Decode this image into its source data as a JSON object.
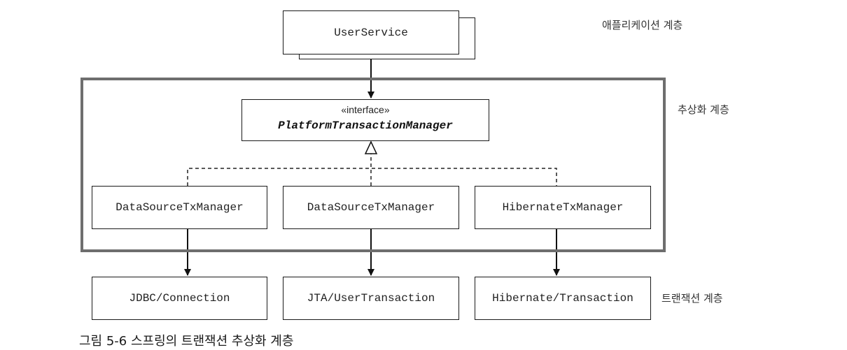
{
  "app": {
    "service": "UserService",
    "interface": {
      "stereotype": "«interface»",
      "name": "PlatformTransactionManager"
    },
    "managers": [
      "DataSourceTxManager",
      "DataSourceTxManager",
      "HibernateTxManager"
    ],
    "resources": [
      "JDBC/Connection",
      "JTA/UserTransaction",
      "Hibernate/Transaction"
    ]
  },
  "layers": {
    "application": "애플리케이션 계층",
    "abstraction": "추상화 계층",
    "transaction": "트랜잭션 계층"
  },
  "caption": "그림 5-6 스프링의 트랜잭션 추상화 계층"
}
